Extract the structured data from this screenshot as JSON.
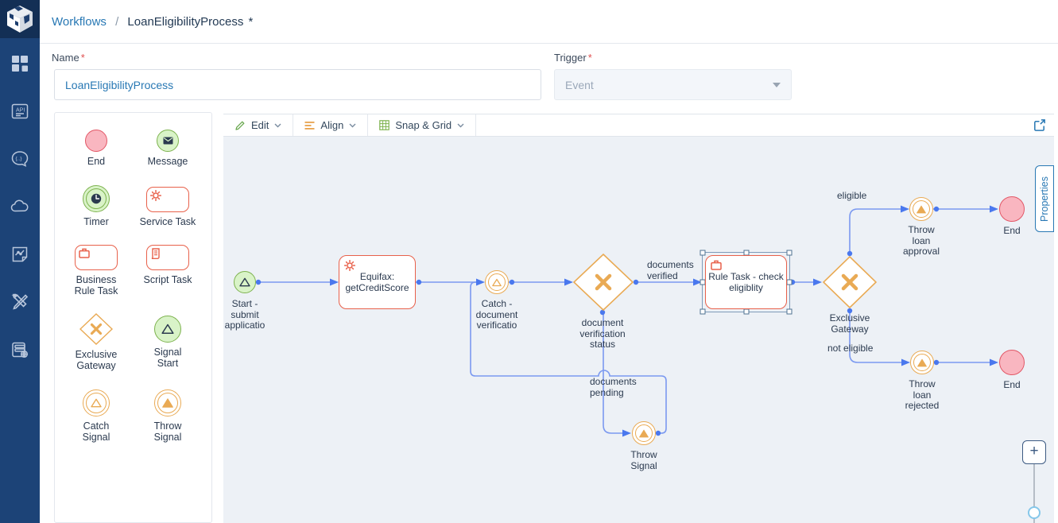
{
  "header": {
    "breadcrumb": {
      "section": "Workflows",
      "separator": "/",
      "current": "LoanEligibilityProcess",
      "dirty_marker": "*"
    }
  },
  "form": {
    "name_label": "Name",
    "required_marker": "*",
    "name_value": "LoanEligibilityProcess",
    "trigger_label": "Trigger",
    "trigger_value": "Event"
  },
  "sidebar": {
    "icons": [
      "logo-cube",
      "modules-grid",
      "api-docs",
      "chat-code",
      "cloud",
      "analytics-report",
      "tools",
      "services-globe"
    ]
  },
  "palette": {
    "items": [
      {
        "name": "end",
        "lines": [
          "End"
        ]
      },
      {
        "name": "message",
        "lines": [
          "Message"
        ]
      },
      {
        "name": "timer",
        "lines": [
          "Timer"
        ]
      },
      {
        "name": "service-task",
        "lines": [
          "Service Task"
        ]
      },
      {
        "name": "business-rule-task",
        "lines": [
          "Business",
          "Rule Task"
        ]
      },
      {
        "name": "script-task",
        "lines": [
          "Script Task"
        ]
      },
      {
        "name": "exclusive-gateway",
        "lines": [
          "Exclusive",
          "Gateway"
        ]
      },
      {
        "name": "signal-start",
        "lines": [
          "Signal",
          "Start"
        ]
      },
      {
        "name": "catch-signal",
        "lines": [
          "Catch",
          "Signal"
        ]
      },
      {
        "name": "throw-signal",
        "lines": [
          "Throw",
          "Signal"
        ]
      }
    ]
  },
  "toolbar": {
    "edit_label": "Edit",
    "align_label": "Align",
    "snap_grid_label": "Snap & Grid"
  },
  "diagram": {
    "nodes": {
      "start": {
        "lines": [
          "Start -",
          "submit",
          "applicatio"
        ]
      },
      "equifax": {
        "lines": [
          "Equifax:",
          "getCreditScore"
        ]
      },
      "catch_doc": {
        "lines": [
          "Catch -",
          "document",
          "verificatio"
        ]
      },
      "gw_doc_status": {
        "lines": [
          "document",
          "verification",
          "status"
        ]
      },
      "rule_task": {
        "lines": [
          "Rule Task - check",
          "eligiblity"
        ]
      },
      "gw_exclusive": {
        "lines": [
          "Exclusive",
          "Gateway"
        ]
      },
      "throw_approval": {
        "lines": [
          "Throw",
          "loan",
          "approval"
        ]
      },
      "end_top": {
        "lines": [
          "End"
        ]
      },
      "throw_rejected": {
        "lines": [
          "Throw",
          "loan",
          "rejected"
        ]
      },
      "end_bottom": {
        "lines": [
          "End"
        ]
      },
      "throw_signal": {
        "lines": [
          "Throw",
          "Signal"
        ]
      }
    },
    "edge_labels": {
      "documents_verified": [
        "documents",
        "verified"
      ],
      "eligible": [
        "eligible"
      ],
      "not_eligible": [
        "not eligible"
      ],
      "documents_pending": [
        "documents",
        "pending"
      ]
    }
  },
  "properties_tab": {
    "label": "Properties"
  },
  "zoom_controls": {
    "zoom_in_label": "+"
  },
  "colors": {
    "sidebar_bg": "#1c4377",
    "accent_blue": "#2878b4",
    "edge_blue": "#7b99f0",
    "arrow_blue": "#4a78ee",
    "task_border_orange": "#e8614b",
    "event_amber": "#e9aa54",
    "end_fill": "#f9b6c0",
    "end_border": "#e25766",
    "signal_green_fill": "#d9f3c8",
    "signal_green_border": "#7db24e",
    "canvas_bg": "#edf1f6"
  }
}
